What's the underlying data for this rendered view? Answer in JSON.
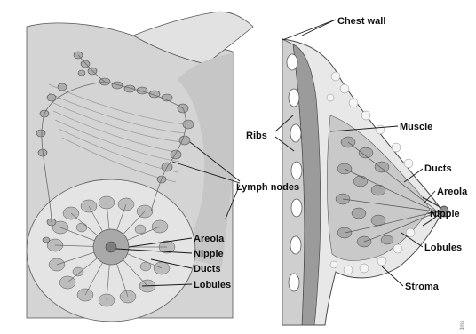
{
  "labels": {
    "chest_wall": "Chest wall",
    "ribs": "Ribs",
    "muscle": "Muscle",
    "lymph_nodes": "Lymph nodes",
    "ducts_right": "Ducts",
    "areola_right": "Areola",
    "nipple_right": "Nipple",
    "lobules_right": "Lobules",
    "stroma": "Stroma",
    "areola_left": "Areola",
    "nipple_left": "Nipple",
    "ducts_left": "Ducts",
    "lobules_left": "Lobules"
  },
  "credit": "dms",
  "colors": {
    "skin": "#d9d9d9",
    "skin_dark": "#bdbdbd",
    "tissue": "#c8c8c8",
    "muscle": "#9a9a9a",
    "node": "#a8a8a8",
    "outline": "#444444"
  }
}
